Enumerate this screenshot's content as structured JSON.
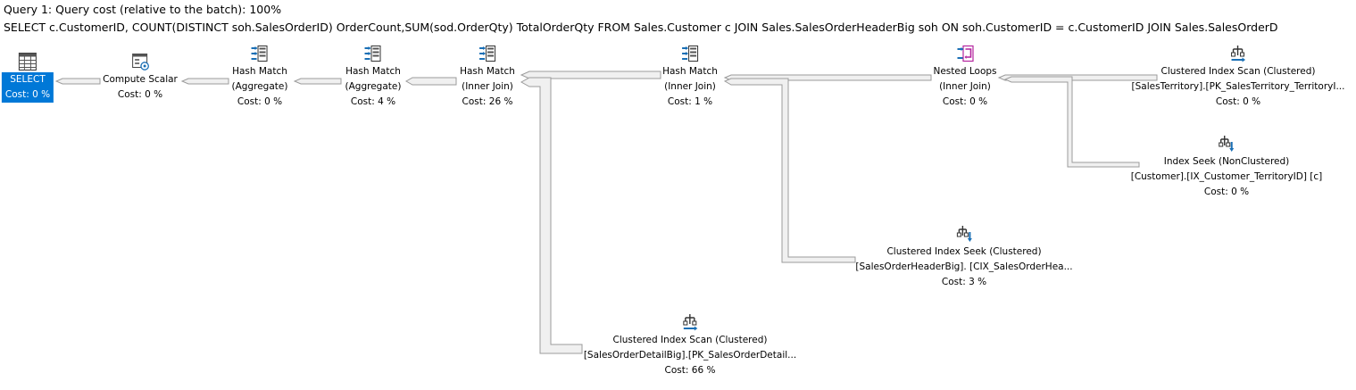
{
  "header": {
    "title": "Query 1: Query cost (relative to the batch): 100%",
    "sql": "SELECT c.CustomerID, COUNT(DISTINCT soh.SalesOrderID) OrderCount,SUM(sod.OrderQty) TotalOrderQty FROM Sales.Customer c JOIN Sales.SalesOrderHeaderBig soh ON soh.CustomerID = c.CustomerID JOIN Sales.SalesOrderD"
  },
  "operators": {
    "select": {
      "icon": "result-grid-icon",
      "line1": "SELECT",
      "cost": "Cost: 0 %"
    },
    "compute_scalar": {
      "icon": "compute-scalar-icon",
      "line1": "Compute Scalar",
      "cost": "Cost: 0 %"
    },
    "hash_agg1": {
      "icon": "hash-match-icon",
      "line1": "Hash Match",
      "line2": "(Aggregate)",
      "cost": "Cost: 0 %"
    },
    "hash_agg2": {
      "icon": "hash-match-icon",
      "line1": "Hash Match",
      "line2": "(Aggregate)",
      "cost": "Cost: 4 %"
    },
    "hash_join1": {
      "icon": "hash-match-icon",
      "line1": "Hash Match",
      "line2": "(Inner Join)",
      "cost": "Cost: 26 %"
    },
    "hash_join2": {
      "icon": "hash-match-icon",
      "line1": "Hash Match",
      "line2": "(Inner Join)",
      "cost": "Cost: 1 %"
    },
    "nested_loops": {
      "icon": "nested-loops-icon",
      "line1": "Nested Loops",
      "line2": "(Inner Join)",
      "cost": "Cost: 0 %"
    },
    "ci_scan_territory": {
      "icon": "clustered-index-scan-icon",
      "line1": "Clustered Index Scan (Clustered)",
      "line2": "[SalesTerritory].[PK_SalesTerritory_TerritoryI...",
      "cost": "Cost: 0 %"
    },
    "index_seek_customer": {
      "icon": "index-seek-icon",
      "line1": "Index Seek (NonClustered)",
      "line2": "[Customer].[IX_Customer_TerritoryID] [c]",
      "cost": "Cost: 0 %"
    },
    "ci_seek_header": {
      "icon": "clustered-index-seek-icon",
      "line1": "Clustered Index Seek (Clustered)",
      "line2": "[SalesOrderHeaderBig]. [CIX_SalesOrderHea...",
      "cost": "Cost: 3 %"
    },
    "ci_scan_detail": {
      "icon": "clustered-index-scan-icon",
      "line1": "Clustered Index Scan (Clustered)",
      "line2": "[SalesOrderDetailBig].[PK_SalesOrderDetail...",
      "cost": "Cost: 66 %"
    }
  },
  "colors": {
    "selection": "#0078d7",
    "icon_blue": "#1a6fb5",
    "icon_magenta": "#b4259e",
    "arrow_fill": "#f0f0f0",
    "arrow_stroke": "#9b9b9b"
  }
}
